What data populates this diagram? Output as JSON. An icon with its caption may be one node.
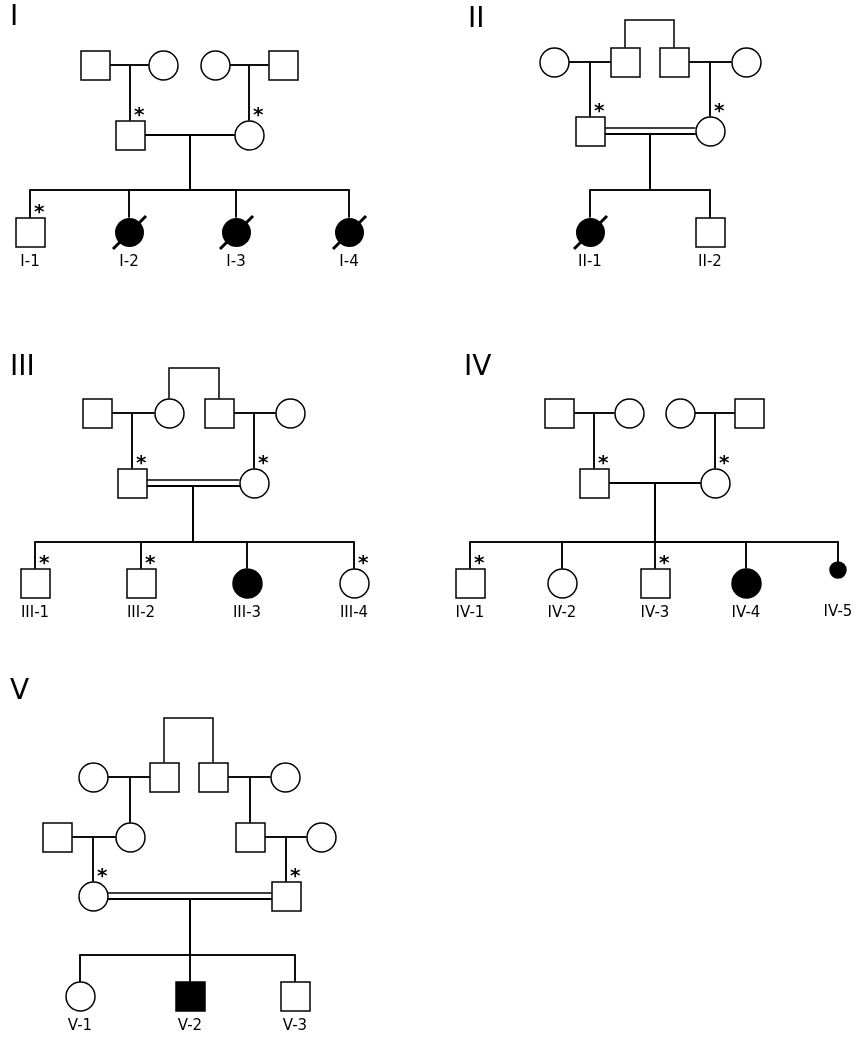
{
  "diagram": {
    "nodes": [
      {
        "text": [],
        "shape": "square"
      },
      {
        "text": [],
        "shape": "circle"
      },
      {
        "text": [],
        "shape": "circle"
      },
      {
        "text": [],
        "shape": "square"
      },
      {
        "text": [],
        "shape": "square",
        "beside": [
          "*"
        ]
      },
      {
        "text": [],
        "shape": "circle",
        "beside": [
          "*"
        ]
      },
      {
        "text": [],
        "shape": "square",
        "beside": [
          "*",
          "I-1"
        ]
      },
      {
        "text": [],
        "shape": "struck-disc",
        "beside": [
          "I-2"
        ]
      },
      {
        "text": [],
        "shape": "struck-disc",
        "beside": [
          "I-3"
        ]
      },
      {
        "text": [],
        "shape": "struck-disc",
        "beside": [
          "I-4"
        ]
      },
      {
        "text": [],
        "shape": "circle"
      },
      {
        "text": [],
        "shape": "square"
      },
      {
        "text": [],
        "shape": "square"
      },
      {
        "text": [],
        "shape": "circle"
      },
      {
        "text": [],
        "shape": "square",
        "beside": [
          "*"
        ]
      },
      {
        "text": [],
        "shape": "circle",
        "beside": [
          "*"
        ]
      },
      {
        "text": [],
        "shape": "struck-disc",
        "beside": [
          "II-1"
        ]
      },
      {
        "text": [],
        "shape": "square",
        "beside": [
          "II-2"
        ]
      },
      {
        "text": [],
        "shape": "square"
      },
      {
        "text": [],
        "shape": "circle"
      },
      {
        "text": [],
        "shape": "square"
      },
      {
        "text": [],
        "shape": "circle"
      },
      {
        "text": [],
        "shape": "square",
        "beside": [
          "*"
        ]
      },
      {
        "text": [],
        "shape": "circle",
        "beside": [
          "*"
        ]
      },
      {
        "text": [],
        "shape": "square",
        "beside": [
          "*",
          "III-1"
        ]
      },
      {
        "text": [],
        "shape": "square",
        "beside": [
          "*",
          "III-2"
        ]
      },
      {
        "text": [],
        "shape": "disc",
        "beside": [
          "III-3"
        ]
      },
      {
        "text": [],
        "shape": "circle",
        "beside": [
          "*",
          "III-4"
        ]
      },
      {
        "text": [],
        "shape": "square"
      },
      {
        "text": [],
        "shape": "circle"
      },
      {
        "text": [],
        "shape": "circle"
      },
      {
        "text": [],
        "shape": "square"
      },
      {
        "text": [],
        "shape": "square",
        "beside": [
          "*"
        ]
      },
      {
        "text": [],
        "shape": "circle",
        "beside": [
          "*"
        ]
      },
      {
        "text": [],
        "shape": "square",
        "beside": [
          "*",
          "IV-1"
        ]
      },
      {
        "text": [],
        "shape": "circle",
        "beside": [
          "IV-2"
        ]
      },
      {
        "text": [],
        "shape": "square",
        "beside": [
          "*",
          "IV-3"
        ]
      },
      {
        "text": [],
        "shape": "disc",
        "beside": [
          "IV-4"
        ]
      },
      {
        "text": [],
        "shape": "dot",
        "beside": [
          "IV-5"
        ]
      },
      {
        "text": [],
        "shape": "circle"
      },
      {
        "text": [],
        "shape": "square"
      },
      {
        "text": [],
        "shape": "square"
      },
      {
        "text": [],
        "shape": "circle"
      },
      {
        "text": [],
        "shape": "square"
      },
      {
        "text": [],
        "shape": "circle"
      },
      {
        "text": [],
        "shape": "square"
      },
      {
        "text": [],
        "shape": "circle"
      },
      {
        "text": [],
        "shape": "circle",
        "beside": [
          "*"
        ]
      },
      {
        "text": [],
        "shape": "square",
        "beside": [
          "*"
        ]
      },
      {
        "text": [],
        "shape": "circle",
        "beside": [
          "V-1"
        ]
      },
      {
        "text": [],
        "shape": "block",
        "beside": [
          "V-2"
        ]
      },
      {
        "text": [],
        "shape": "square",
        "beside": [
          "V-3"
        ]
      }
    ],
    "edges": [
      {
        "from": 0,
        "to": 1,
        "arrow": "none"
      },
      {
        "from": 2,
        "to": 3,
        "arrow": "none"
      },
      {
        "from": 0,
        "to": 4,
        "arrow": "none"
      },
      {
        "from": 1,
        "to": 4,
        "arrow": "none"
      },
      {
        "from": 2,
        "to": 5,
        "arrow": "none"
      },
      {
        "from": 3,
        "to": 5,
        "arrow": "none"
      },
      {
        "from": 4,
        "to": 5,
        "arrow": "none"
      },
      {
        "from": 4,
        "to": 6,
        "arrow": "none"
      },
      {
        "from": 4,
        "to": 7,
        "arrow": "none"
      },
      {
        "from": 4,
        "to": 8,
        "arrow": "none"
      },
      {
        "from": 4,
        "to": 9,
        "arrow": "none"
      },
      {
        "from": 5,
        "to": 6,
        "arrow": "none"
      },
      {
        "from": 5,
        "to": 7,
        "arrow": "none"
      },
      {
        "from": 5,
        "to": 8,
        "arrow": "none"
      },
      {
        "from": 5,
        "to": 9,
        "arrow": "none"
      },
      {
        "from": 11,
        "to": 12,
        "arrow": "none"
      },
      {
        "from": 10,
        "to": 11,
        "arrow": "none"
      },
      {
        "from": 12,
        "to": 13,
        "arrow": "none"
      },
      {
        "from": 10,
        "to": 14,
        "arrow": "none"
      },
      {
        "from": 11,
        "to": 14,
        "arrow": "none"
      },
      {
        "from": 12,
        "to": 15,
        "arrow": "none"
      },
      {
        "from": 13,
        "to": 15,
        "arrow": "none"
      },
      {
        "from": 14,
        "to": 15,
        "arrow": "none"
      },
      {
        "from": 14,
        "to": 16,
        "arrow": "none"
      },
      {
        "from": 14,
        "to": 17,
        "arrow": "none"
      },
      {
        "from": 15,
        "to": 16,
        "arrow": "none"
      },
      {
        "from": 15,
        "to": 17,
        "arrow": "none"
      },
      {
        "from": 19,
        "to": 20,
        "arrow": "none"
      },
      {
        "from": 18,
        "to": 19,
        "arrow": "none"
      },
      {
        "from": 20,
        "to": 21,
        "arrow": "none"
      },
      {
        "from": 18,
        "to": 22,
        "arrow": "none"
      },
      {
        "from": 19,
        "to": 22,
        "arrow": "none"
      },
      {
        "from": 20,
        "to": 23,
        "arrow": "none"
      },
      {
        "from": 21,
        "to": 23,
        "arrow": "none"
      },
      {
        "from": 22,
        "to": 23,
        "arrow": "none"
      },
      {
        "from": 22,
        "to": 24,
        "arrow": "none"
      },
      {
        "from": 22,
        "to": 25,
        "arrow": "none"
      },
      {
        "from": 22,
        "to": 26,
        "arrow": "none"
      },
      {
        "from": 22,
        "to": 27,
        "arrow": "none"
      },
      {
        "from": 23,
        "to": 24,
        "arrow": "none"
      },
      {
        "from": 23,
        "to": 25,
        "arrow": "none"
      },
      {
        "from": 23,
        "to": 26,
        "arrow": "none"
      },
      {
        "from": 23,
        "to": 27,
        "arrow": "none"
      },
      {
        "from": 28,
        "to": 29,
        "arrow": "none"
      },
      {
        "from": 30,
        "to": 31,
        "arrow": "none"
      },
      {
        "from": 28,
        "to": 32,
        "arrow": "none"
      },
      {
        "from": 29,
        "to": 32,
        "arrow": "none"
      },
      {
        "from": 30,
        "to": 33,
        "arrow": "none"
      },
      {
        "from": 31,
        "to": 33,
        "arrow": "none"
      },
      {
        "from": 32,
        "to": 33,
        "arrow": "none"
      },
      {
        "from": 32,
        "to": 34,
        "arrow": "none"
      },
      {
        "from": 32,
        "to": 35,
        "arrow": "none"
      },
      {
        "from": 32,
        "to": 36,
        "arrow": "none"
      },
      {
        "from": 32,
        "to": 37,
        "arrow": "none"
      },
      {
        "from": 32,
        "to": 38,
        "arrow": "none"
      },
      {
        "from": 33,
        "to": 34,
        "arrow": "none"
      },
      {
        "from": 33,
        "to": 35,
        "arrow": "none"
      },
      {
        "from": 33,
        "to": 36,
        "arrow": "none"
      },
      {
        "from": 33,
        "to": 37,
        "arrow": "none"
      },
      {
        "from": 33,
        "to": 38,
        "arrow": "none"
      },
      {
        "from": 40,
        "to": 41,
        "arrow": "none"
      },
      {
        "from": 39,
        "to": 40,
        "arrow": "none"
      },
      {
        "from": 41,
        "to": 42,
        "arrow": "none"
      },
      {
        "from": 39,
        "to": 44,
        "arrow": "none"
      },
      {
        "from": 40,
        "to": 44,
        "arrow": "none"
      },
      {
        "from": 41,
        "to": 45,
        "arrow": "none"
      },
      {
        "from": 42,
        "to": 45,
        "arrow": "none"
      },
      {
        "from": 43,
        "to": 44,
        "arrow": "none"
      },
      {
        "from": 45,
        "to": 46,
        "arrow": "none"
      },
      {
        "from": 43,
        "to": 47,
        "arrow": "none"
      },
      {
        "from": 44,
        "to": 47,
        "arrow": "none"
      },
      {
        "from": 45,
        "to": 48,
        "arrow": "none"
      },
      {
        "from": 46,
        "to": 48,
        "arrow": "none"
      },
      {
        "from": 47,
        "to": 48,
        "arrow": "none"
      },
      {
        "from": 47,
        "to": 49,
        "arrow": "none"
      },
      {
        "from": 47,
        "to": 50,
        "arrow": "none"
      },
      {
        "from": 47,
        "to": 51,
        "arrow": "none"
      },
      {
        "from": 48,
        "to": 49,
        "arrow": "none"
      },
      {
        "from": 48,
        "to": 50,
        "arrow": "none"
      },
      {
        "from": 48,
        "to": 51,
        "arrow": "none"
      }
    ],
    "labels": [
      "I",
      "II",
      "III",
      "IV",
      "V"
    ]
  }
}
